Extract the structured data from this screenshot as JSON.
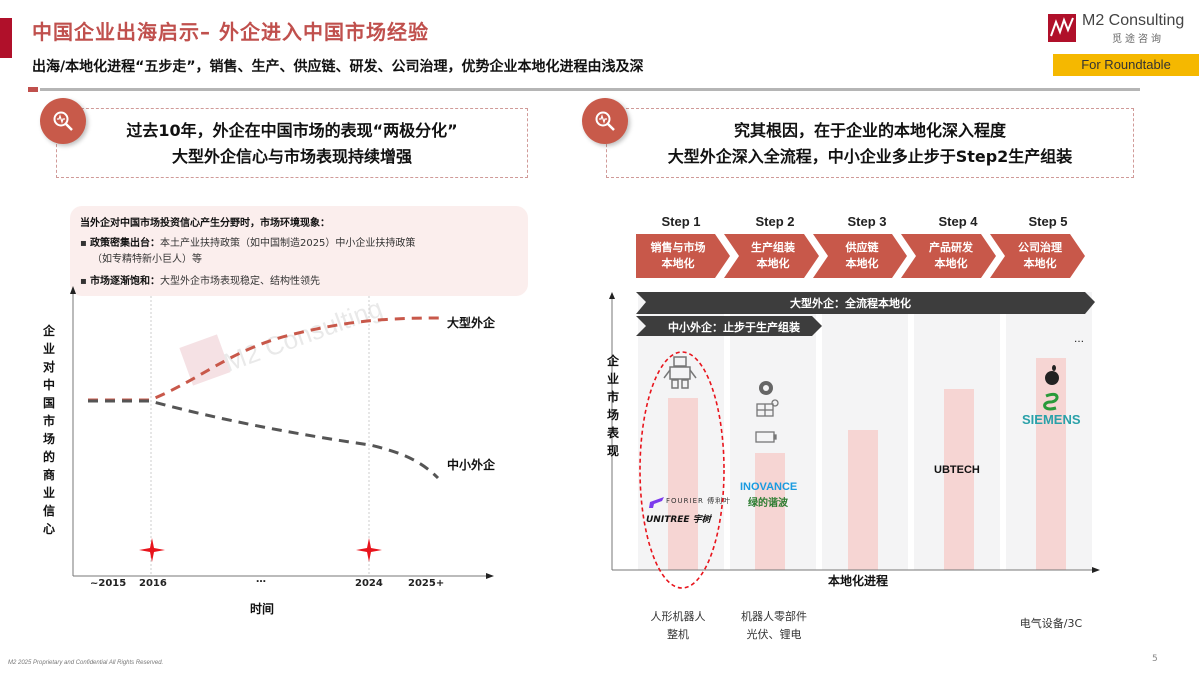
{
  "header": {
    "title": "中国企业出海启示– 外企进入中国市场经验",
    "subtitle": "出海/本地化进程“五步走”，销售、生产、供应链、研发、公司治理，优势企业本地化进程由浅及深",
    "logo_name": "M2 Consulting",
    "logo_cn": "觅途咨询",
    "tag": "For Roundtable"
  },
  "left_panel": {
    "callout_line1": "过去10年，外企在中国市场的表现“两极分化”",
    "callout_line2": "大型外企信心与市场表现持续增强",
    "note": {
      "heading": "当外企对中国市场投资信心产生分野时，市场环境现象：",
      "bullets": [
        {
          "key": "政策密集出台：",
          "text": "本土产业扶持政策（如中国制造2025）中小企业扶持政策"
        },
        {
          "key": "",
          "text": "（如专精特新小巨人）等"
        },
        {
          "key": "市场逐渐饱和：",
          "text": "大型外企市场表现稳定、结构性领先"
        }
      ]
    }
  },
  "chart_data": [
    {
      "type": "line",
      "title": "",
      "xlabel": "时间",
      "ylabel": "企业对中国市场的商业信心",
      "categories": [
        "~2015",
        "2016",
        "…",
        "2024",
        "2025+"
      ],
      "series": [
        {
          "name": "大型外企",
          "color": "#c8584a",
          "style": "dashed",
          "values": [
            50,
            50,
            68,
            81,
            84
          ]
        },
        {
          "name": "中小外企",
          "color": "#555555",
          "style": "dashed",
          "values": [
            50,
            50,
            38,
            28,
            12
          ]
        }
      ],
      "annotations": [
        {
          "x": "2016",
          "marker": "red-star"
        },
        {
          "x": "2024",
          "marker": "red-star"
        }
      ],
      "grid": false,
      "vlines": [
        "2016",
        "2024"
      ]
    },
    {
      "type": "bar",
      "title": "",
      "xlabel": "本地化进程",
      "ylabel": "企业市场表现",
      "categories": [
        "Step 1",
        "Step 2",
        "Step 3",
        "Step 4",
        "Step 5"
      ],
      "values": [
        60,
        31,
        49,
        64,
        76
      ],
      "ylim": [
        0,
        100
      ]
    }
  ],
  "right_panel": {
    "callout_line1": "究其根因，在于企业的本地化深入程度",
    "callout_line2": "大型外企深入全流程，中小企业多止步于Step2生产组装",
    "steps": [
      {
        "title": "Step 1",
        "line1": "销售与市场",
        "line2": "本地化"
      },
      {
        "title": "Step 2",
        "line1": "生产组装",
        "line2": "本地化"
      },
      {
        "title": "Step 3",
        "line1": "供应链",
        "line2": "本地化"
      },
      {
        "title": "Step 4",
        "line1": "产品研发",
        "line2": "本地化"
      },
      {
        "title": "Step 5",
        "line1": "公司治理",
        "line2": "本地化"
      }
    ],
    "large_bar": "大型外企：全流程本地化",
    "small_bar": "中小外企：止步于生产组装",
    "ellipsis": "…",
    "logos": {
      "col1": [
        "FOURIER 傅利叶",
        "UNITREE 宇树"
      ],
      "col2": [
        "INOVANCE",
        "绿的谐波"
      ],
      "col4": [
        "UBTECH"
      ],
      "col5": [
        "SIEMENS"
      ]
    },
    "categories": [
      {
        "line1": "人形机器人",
        "line2": "整机"
      },
      {
        "line1": "机器人零部件",
        "line2": "光伏、锂电"
      },
      {
        "line1": "电气设备/3C",
        "line2": ""
      }
    ]
  },
  "footer": {
    "text": "M2 2025 Proprietary and Confidential All Rights Reserved.",
    "page": "5"
  },
  "colors": {
    "accent": "#c0504d",
    "dark": "#3a3a3a",
    "bar": "#f6d5d3",
    "tag": "#f5b800"
  }
}
